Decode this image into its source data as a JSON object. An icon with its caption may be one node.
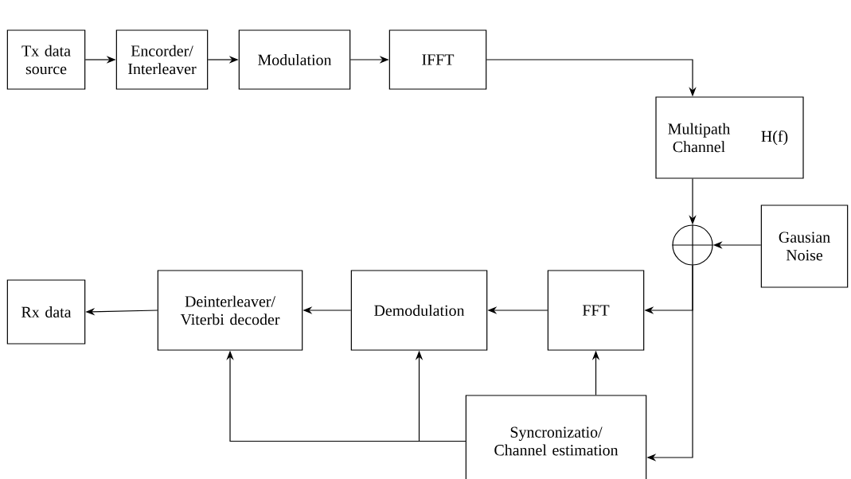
{
  "diagram": {
    "nodes": [
      {
        "text": [
          "Tx data source"
        ]
      },
      {
        "text": [
          "Encorder/ Interleaver"
        ]
      },
      {
        "text": [
          "Modulation"
        ]
      },
      {
        "text": [
          "IFFT"
        ]
      },
      {
        "text": [
          "Multipath Channel",
          "H(f)"
        ]
      },
      {
        "text": [],
        "shape": "circle"
      },
      {
        "text": [
          "Gausian Noise"
        ]
      },
      {
        "text": [
          "FFT"
        ]
      },
      {
        "text": [
          "Demodulation"
        ]
      },
      {
        "text": [
          "Deinterleaver/ Viterbi decoder"
        ]
      },
      {
        "text": [
          "Rx data"
        ]
      },
      {
        "text": [
          "Syncronizatio/ Channel estimation"
        ]
      }
    ],
    "edges": [
      {
        "from": 0,
        "to": 1,
        "arrow": "to"
      },
      {
        "from": 1,
        "to": 2,
        "arrow": "to"
      },
      {
        "from": 2,
        "to": 3,
        "arrow": "to"
      },
      {
        "from": 3,
        "to": 4,
        "arrow": "to"
      },
      {
        "from": 4,
        "to": 5,
        "arrow": "to"
      },
      {
        "from": 6,
        "to": 5,
        "arrow": "to"
      },
      {
        "from": 5,
        "to": 7,
        "arrow": "to"
      },
      {
        "from": 5,
        "to": 11,
        "arrow": "to"
      },
      {
        "from": 7,
        "to": 8,
        "arrow": "to"
      },
      {
        "from": 8,
        "to": 9,
        "arrow": "to"
      },
      {
        "from": 9,
        "to": 10,
        "arrow": "to"
      },
      {
        "from": 11,
        "to": 7,
        "arrow": "to"
      },
      {
        "from": 11,
        "to": 8,
        "arrow": "to"
      },
      {
        "from": 11,
        "to": 9,
        "arrow": "to"
      }
    ]
  }
}
